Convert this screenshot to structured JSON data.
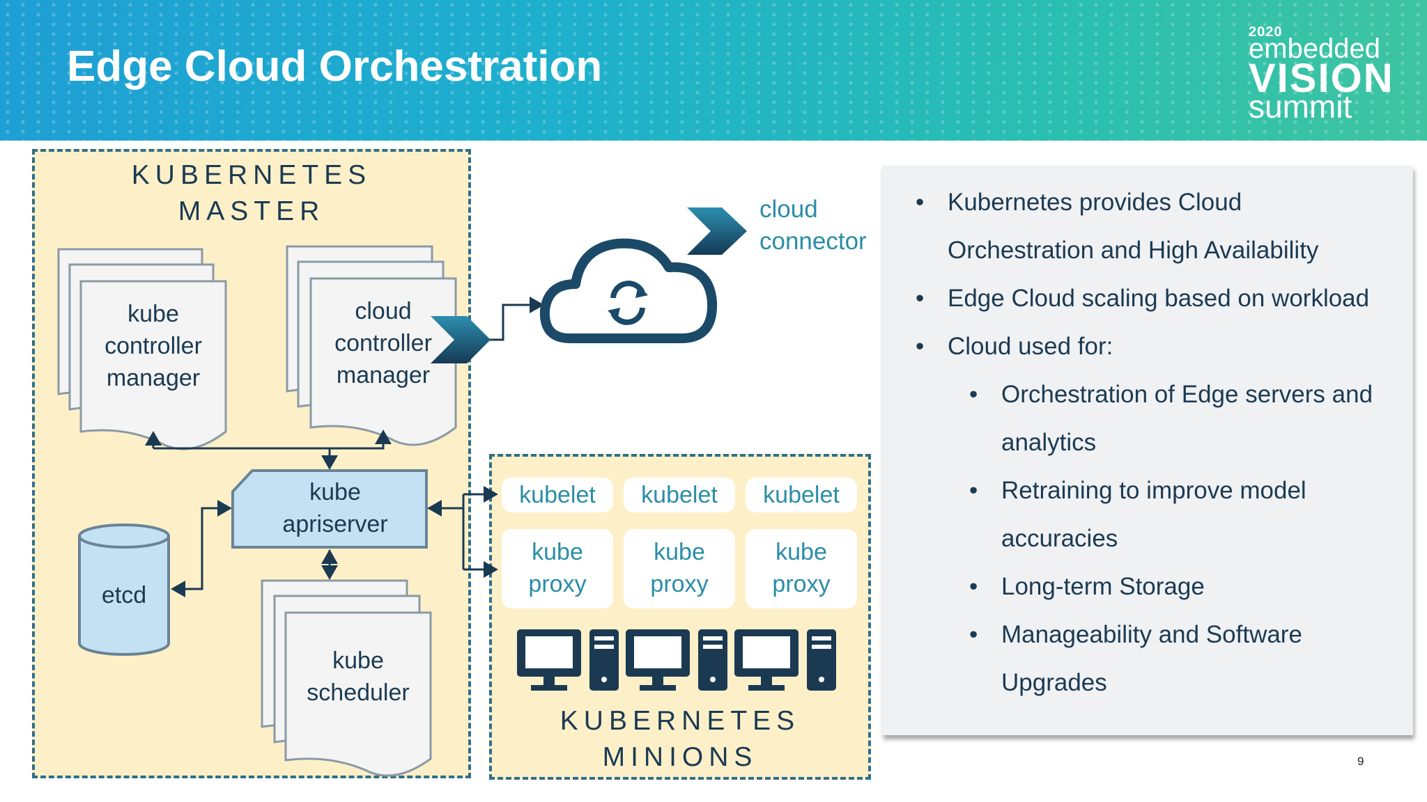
{
  "header": {
    "title": "Edge Cloud Orchestration",
    "logo": {
      "year": "2020",
      "line1": "embedded",
      "line2": "VISION",
      "line3": "summit"
    }
  },
  "diagram": {
    "master_title": [
      "KUBERNETES",
      "MASTER"
    ],
    "minions_title": [
      "KUBERNETES",
      "MINIONS"
    ],
    "controller_manager": [
      "kube",
      "controller",
      "manager"
    ],
    "cloud_controller_manager": [
      "cloud",
      "controller",
      "manager"
    ],
    "apiserver": [
      "kube",
      "apriserver"
    ],
    "etcd": "etcd",
    "scheduler": [
      "kube",
      "scheduler"
    ],
    "kubelets": [
      "kubelet",
      "kubelet",
      "kubelet"
    ],
    "proxies": [
      [
        "kube",
        "proxy"
      ],
      [
        "kube",
        "proxy"
      ],
      [
        "kube",
        "proxy"
      ]
    ],
    "cloud_connector": [
      "cloud",
      "connector"
    ],
    "icons": [
      "cloud-sync-icon",
      "chevron-right-icon",
      "computer-icon"
    ]
  },
  "bullets": [
    {
      "level": 1,
      "lines": [
        "Kubernetes provides Cloud",
        "Orchestration and High Availability"
      ]
    },
    {
      "level": 1,
      "lines": [
        "Edge Cloud scaling based on workload"
      ]
    },
    {
      "level": 1,
      "lines": [
        "Cloud used for:"
      ]
    },
    {
      "level": 2,
      "lines": [
        "Orchestration of Edge servers and",
        "analytics"
      ]
    },
    {
      "level": 2,
      "lines": [
        "Retraining to improve model",
        "accuracies"
      ]
    },
    {
      "level": 2,
      "lines": [
        "Long-term Storage"
      ]
    },
    {
      "level": 2,
      "lines": [
        "Manageability and Software",
        "Upgrades"
      ]
    }
  ],
  "page_number": "9",
  "colors": {
    "dark_navy": "#1b3a52",
    "teal_text": "#2a8da6",
    "master_fill": "#fdf0c9",
    "api_fill": "#c3e1f2"
  }
}
